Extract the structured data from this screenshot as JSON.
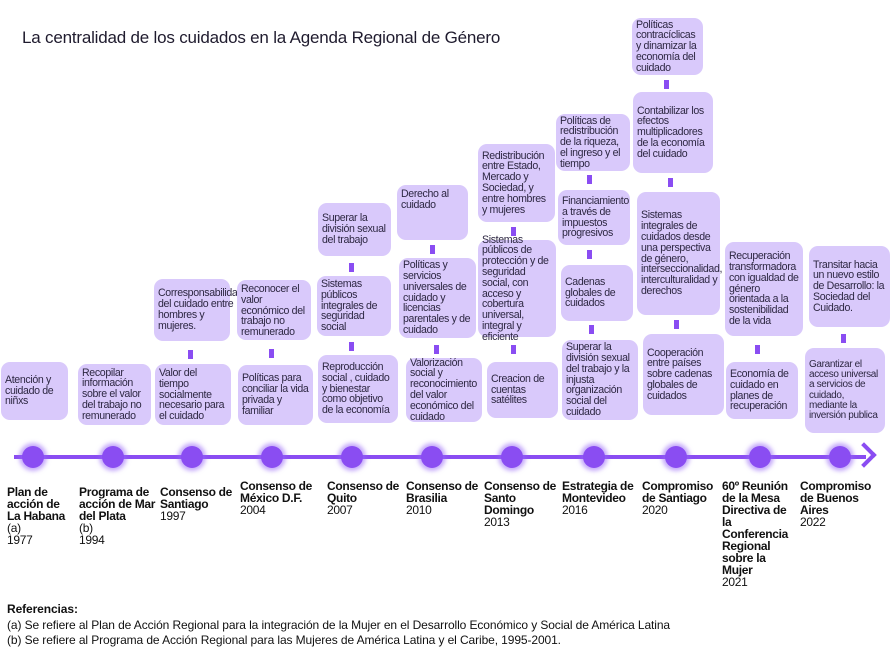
{
  "title": "La centralidad de los cuidados en la Agenda Regional de Género",
  "colors": {
    "box": "#d9c9fb",
    "accent": "#8a4df2"
  },
  "milestones": [
    {
      "name": "Plan de acción de La Habana",
      "note": "(a)",
      "year": "1977",
      "boxes": [
        "Atención  y cuidado de niñxs"
      ]
    },
    {
      "name": "Programa de acción de Mar del Plata",
      "note": "(b)",
      "year": "1994",
      "boxes": [
        "Recopilar información sobre el valor del trabajo no remunerado"
      ]
    },
    {
      "name": "Consenso de Santiago",
      "year": "1997",
      "boxes": [
        "Corresponsabilidad del cuidado entre hombres y mujeres.",
        "Valor del tiempo socialmente necesario para el cuidado"
      ]
    },
    {
      "name": "Consenso de México D.F.",
      "year": "2004",
      "boxes": [
        "Reconocer el valor económico del trabajo no remunerado",
        "Políticas para conciliar la vida privada y familiar"
      ]
    },
    {
      "name": "Consenso de Quito",
      "year": "2007",
      "boxes": [
        "Superar la división sexual del trabajo",
        "Sistemas públicos integrales de seguridad social",
        "Reproducción social , cuidado y bienestar como objetivo de la economía"
      ]
    },
    {
      "name": "Consenso de Brasilia",
      "year": "2010",
      "boxes": [
        "Derecho al cuidado",
        "Políticas y servicios universales de cuidado y licencias parentales y de cuidado",
        "Valorización social y reconocimiento del valor económico del cuidado"
      ]
    },
    {
      "name": "Consenso de Santo Domingo",
      "year": "2013",
      "boxes": [
        "Redistribución entre Estado, Mercado y Sociedad, y entre hombres y mujeres",
        "Sistemas públicos de protección y de seguridad social, con acceso y cobertura universal, integral y eficiente",
        "Creacion de cuentas satélites"
      ]
    },
    {
      "name": "Estrategia de Montevideo",
      "year": "2016",
      "boxes": [
        "Políticas de redistribución de la riqueza, el ingreso y el tiempo",
        "Financiamiento a través de impuestos progresivos",
        "Cadenas globales de cuidados",
        "Superar la división sexual del trabajo y la injusta organización social del cuidado"
      ]
    },
    {
      "name": "Compromiso de Santiago",
      "year": "2020",
      "boxes": [
        "Políticas contracíclicas y dinamizar la economía del cuidado",
        "Contabilizar los efectos multiplicadores de la economía del cuidado",
        "Sistemas integrales de cuidados desde una perspectiva de género, interseccionalidad, interculturalidad y derechos",
        "Cooperación entre países sobre cadenas globales de cuidados"
      ]
    },
    {
      "name": "60º Reunión de la Mesa Directiva de la Conferencia Regional sobre la Mujer",
      "year": "2021",
      "boxes": [
        "Recuperación transformadora con igualdad de género orientada a la sostenibilidad de la vida",
        "Economía de cuidado en planes de recuperación"
      ]
    },
    {
      "name": "Compromiso de Buenos Aires",
      "year": "2022",
      "boxes": [
        "Transitar hacia un nuevo estilo de Desarrollo: la Sociedad del Cuidado.",
        "Garantizar el acceso universal a servicios de cuidado, mediante la inversión publica"
      ]
    }
  ],
  "references": {
    "heading": "Referencias:",
    "a": "(a) Se refiere al Plan de Acción Regional para la integración de la Mujer en el Desarrollo Económico y Social de América Latina",
    "b": "(b) Se refiere al Programa de Acción Regional para las Mujeres de América Latina y el Caribe, 1995-2001."
  }
}
